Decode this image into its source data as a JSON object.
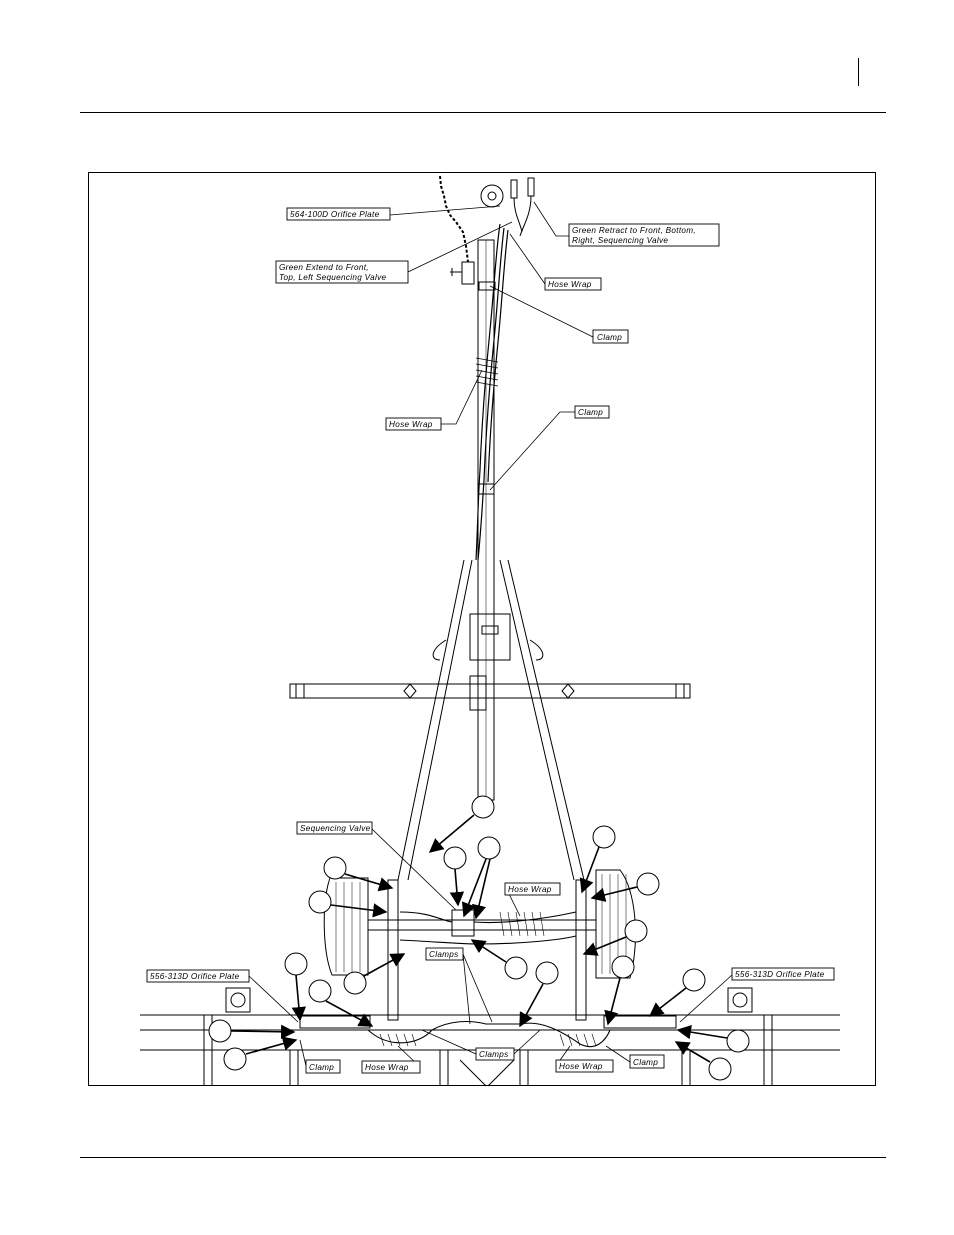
{
  "labels": {
    "orifice_plate_top": "564-100D Orifice Plate",
    "green_extend_line1": "Green Extend to Front,",
    "green_extend_line2": "Top, Left Sequencing Valve",
    "green_retract_line1": "Green Retract to Front, Bottom,",
    "green_retract_line2": "Right, Sequencing Valve",
    "hose_wrap_top": "Hose Wrap",
    "clamp_upper": "Clamp",
    "hose_wrap_mid": "Hose Wrap",
    "clamp_mid": "Clamp",
    "sequencing_valve": "Sequencing Valve",
    "hose_wrap_center": "Hose Wrap",
    "clamps_left": "Clamps",
    "orifice_plate_left": "556-313D Orifice Plate",
    "orifice_plate_right": "556-313D Orifice Plate",
    "clamps_bottom": "Clamps",
    "clamp_bottom_left": "Clamp",
    "hose_wrap_bottom_left": "Hose Wrap",
    "hose_wrap_bottom_right": "Hose Wrap",
    "clamp_bottom_right": "Clamp"
  }
}
